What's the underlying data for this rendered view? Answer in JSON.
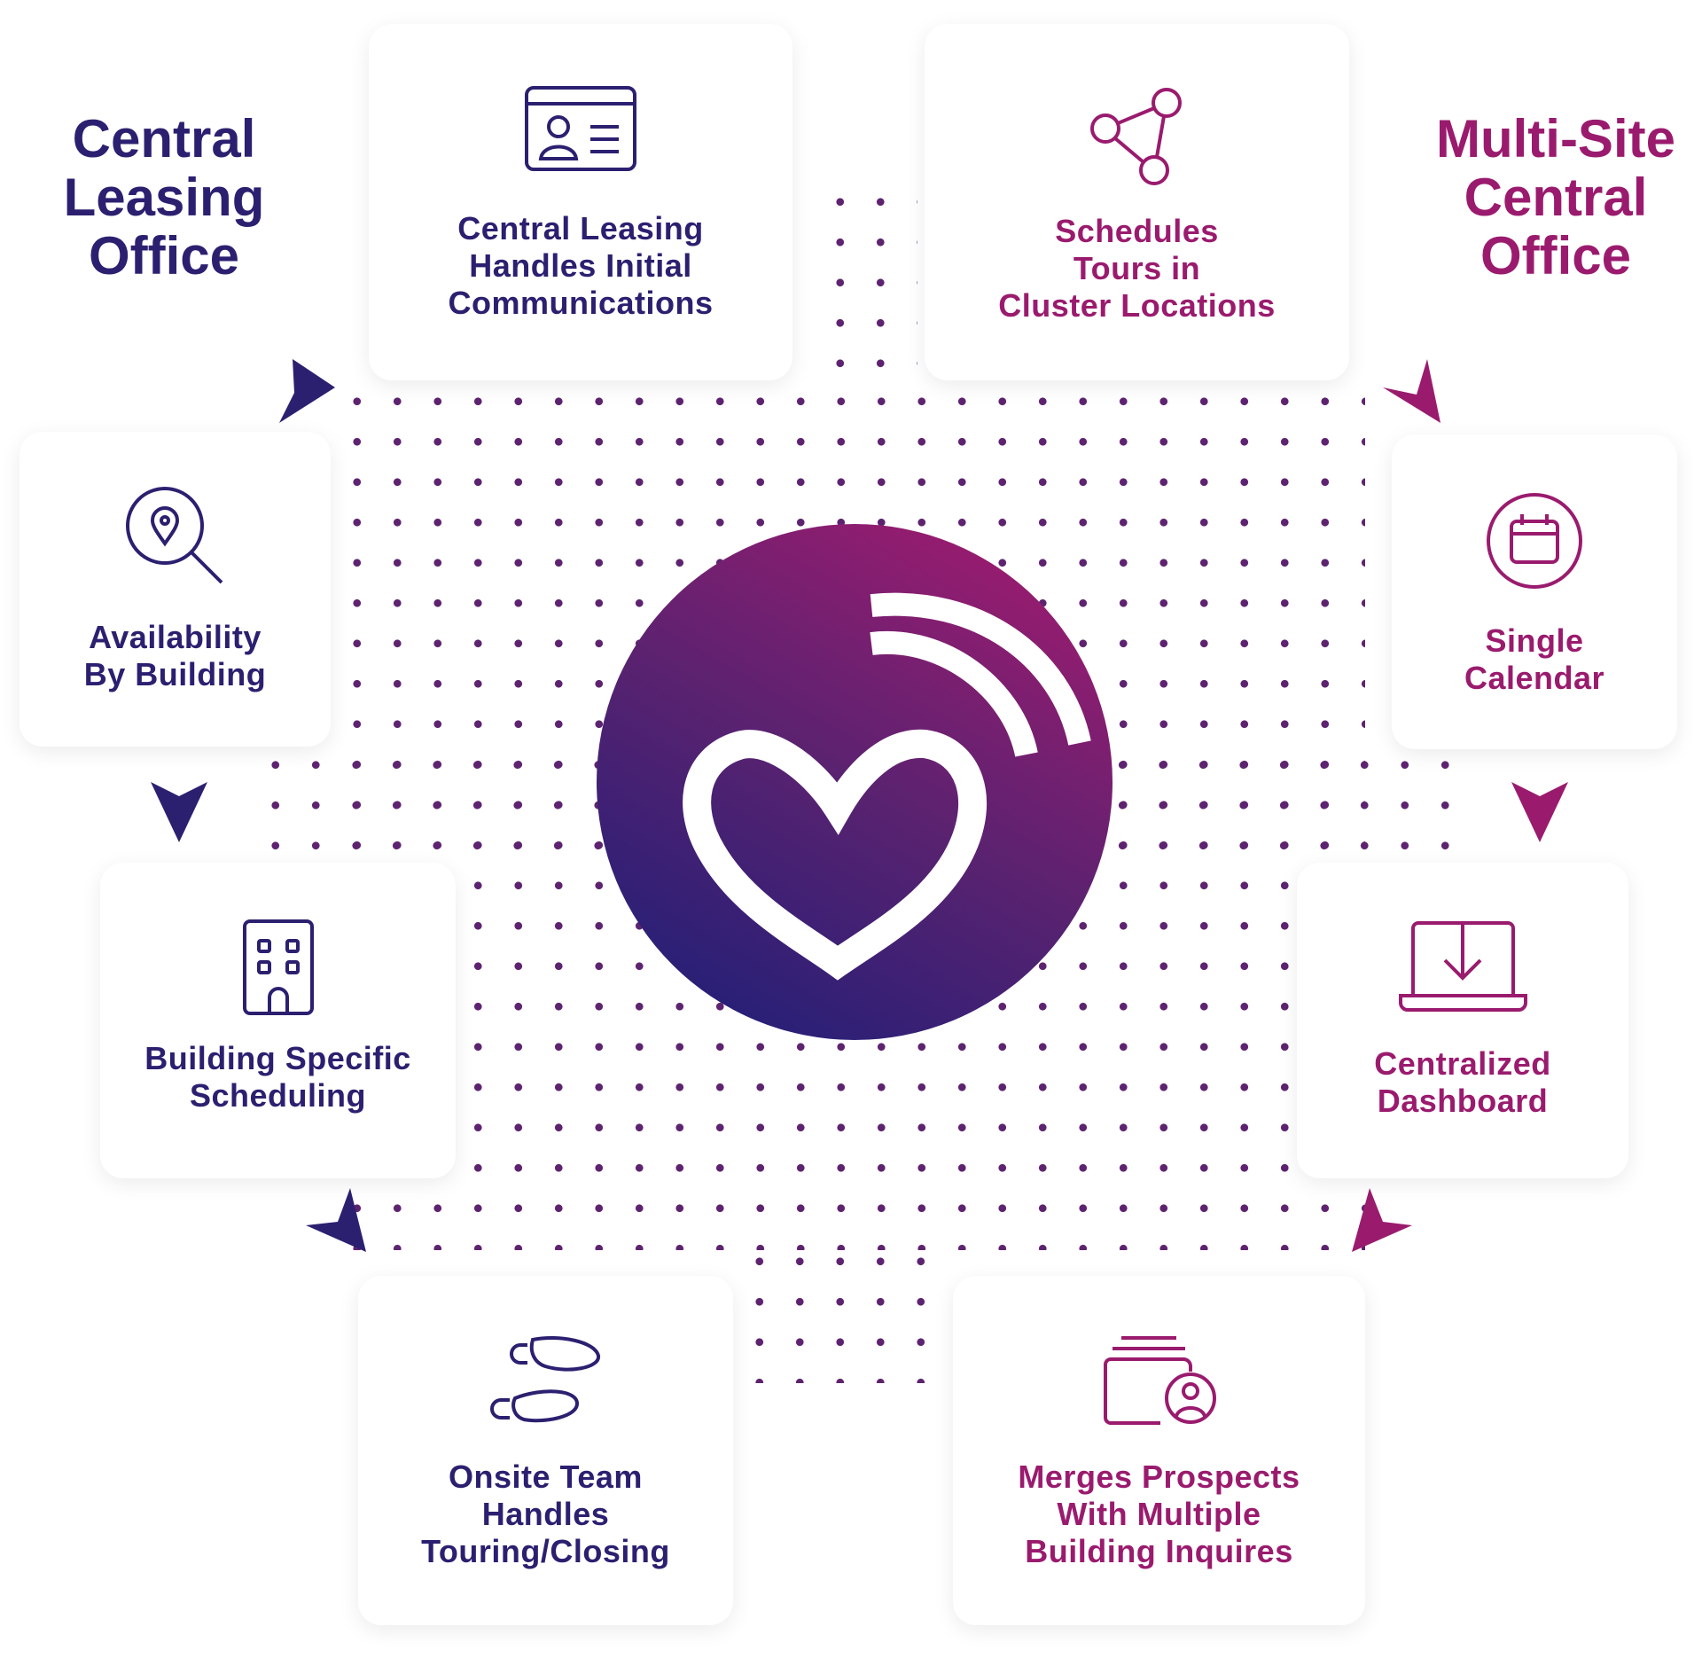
{
  "titles": {
    "left": "Central\nLeasing\nOffice",
    "right": "Multi-Site\nCentral\nOffice"
  },
  "colors": {
    "navy": "#2b2070",
    "magenta": "#9a1b6e",
    "dots": "#5e2370"
  },
  "cards": {
    "central_leasing": {
      "label": "Central Leasing\nHandles Initial\nCommunications",
      "icon": "id-card-icon"
    },
    "schedules_tours": {
      "label": "Schedules\nTours in\nCluster Locations",
      "icon": "network-share-icon"
    },
    "availability": {
      "label": "Availability\nBy Building",
      "icon": "location-search-icon"
    },
    "single_calendar": {
      "label": "Single\nCalendar",
      "icon": "calendar-icon"
    },
    "building_scheduling": {
      "label": "Building Specific\nScheduling",
      "icon": "building-icon"
    },
    "dashboard": {
      "label": "Centralized\nDashboard",
      "icon": "laptop-download-icon"
    },
    "onsite_team": {
      "label": "Onsite Team\nHandles\nTouring/Closing",
      "icon": "footsteps-icon"
    },
    "merges_prospects": {
      "label": "Merges Prospects\nWith Multiple\nBuilding Inquires",
      "icon": "folder-user-icon"
    }
  },
  "center": {
    "icon": "heart-signal-icon"
  }
}
